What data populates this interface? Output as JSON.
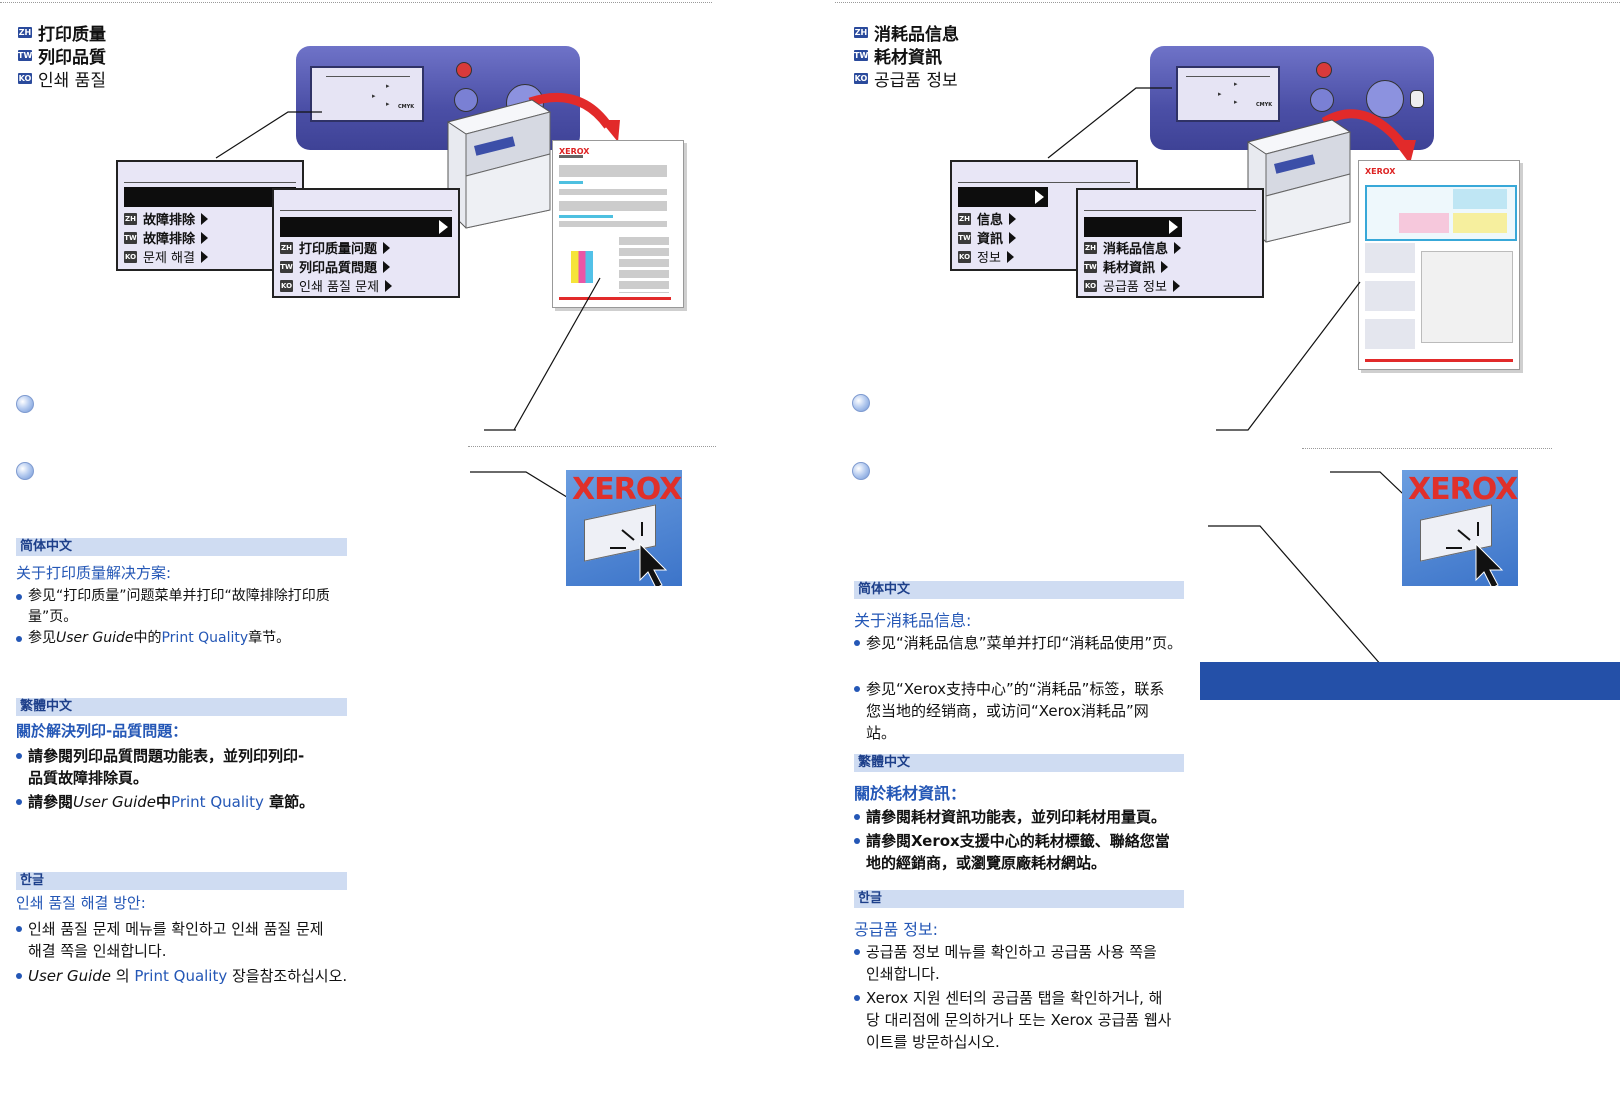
{
  "left": {
    "title": {
      "zh": {
        "tag": "ZH",
        "text": "打印质量"
      },
      "tw": {
        "tag": "TW",
        "text": "列印品質"
      },
      "ko": {
        "tag": "KO",
        "text": "인쇄 품질"
      }
    },
    "panel": {
      "cmyk": "CMYK"
    },
    "menu1": {
      "items": [
        {
          "tag": "ZH",
          "text": "故障排除"
        },
        {
          "tag": "TW",
          "text": "故障排除"
        },
        {
          "tag": "KO",
          "text": "문제 해결"
        }
      ]
    },
    "menu2": {
      "items": [
        {
          "tag": "ZH",
          "text": "打印质量问题"
        },
        {
          "tag": "TW",
          "text": "列印品質問題"
        },
        {
          "tag": "KO",
          "text": "인쇄 품질 문제"
        }
      ]
    },
    "xerox_logo": "XEROX",
    "zh": {
      "section": "简体中文",
      "heading": "关于打印质量解决方案:",
      "b1": "参见“打印质量”问题菜单并打印“故障排除打印质量”页。",
      "b2_pre": "参见",
      "b2_guide": "User Guide",
      "b2_mid": "中的",
      "b2_link": "Print Quality",
      "b2_post": "章节。"
    },
    "tw": {
      "section": "繁體中文",
      "heading": "關於解決列印-品質問題：",
      "b1": "請參閱列印品質問題功能表，並列印列印-品質故障排除頁。",
      "b2_pre": "請參閱",
      "b2_guide": "User Guide",
      "b2_mid": "中",
      "b2_link": "Print Quality",
      "b2_post": " 章節。"
    },
    "ko": {
      "section": "한글",
      "heading": "인쇄 품질 해결 방안:",
      "b1": "인쇄 품질 문제 메뉴를 확인하고 인쇄 품질 문제 해결 쪽을 인쇄합니다.",
      "b2_guide": "User Guide",
      "b2_mid": " 의 ",
      "b2_link": "Print Quality",
      "b2_post": " 장을참조하십시오."
    }
  },
  "right": {
    "title": {
      "zh": {
        "tag": "ZH",
        "text": "消耗品信息"
      },
      "tw": {
        "tag": "TW",
        "text": "耗材資訊"
      },
      "ko": {
        "tag": "KO",
        "text": "공급품 정보"
      }
    },
    "panel": {
      "cmyk": "CMYK"
    },
    "menu1": {
      "items": [
        {
          "tag": "ZH",
          "text": "信息"
        },
        {
          "tag": "TW",
          "text": "資訊"
        },
        {
          "tag": "KO",
          "text": "정보"
        }
      ]
    },
    "menu2": {
      "items": [
        {
          "tag": "ZH",
          "text": "消耗品信息"
        },
        {
          "tag": "TW",
          "text": "耗材資訊"
        },
        {
          "tag": "KO",
          "text": "공급품 정보"
        }
      ]
    },
    "xerox_logo": "XEROX",
    "zh": {
      "section": "简体中文",
      "heading": "关于消耗品信息:",
      "b1": "参见“消耗品信息”菜单并打印“消耗品使用”页。",
      "b2": "参见“Xerox支持中心”的“消耗品”标签，联系您当地的经销商，或访问“Xerox消耗品”网站。"
    },
    "tw": {
      "section": "繁體中文",
      "heading": "關於耗材資訊：",
      "b1": "請參閱耗材資訊功能表，並列印耗材用量頁。",
      "b2": "請參閱Xerox支援中心的耗材標籤、聯絡您當地的經銷商，或瀏覽原廠耗材網站。"
    },
    "ko": {
      "section": "한글",
      "heading": "공급품 정보:",
      "b1": "공급품 정보 메뉴를 확인하고 공급품 사용 쪽을 인쇄합니다.",
      "b2": "Xerox 지원 센터의 공급품 탭을 확인하거나, 해당 대리점에 문의하거나 또는 Xerox 공급품 웹사이트를 방문하십시오."
    }
  },
  "colors": {
    "accent_blue": "#2457b6",
    "section_bg": "#cfdcf2",
    "panel": "#4b4fa6",
    "xerox_red": "#e0302a",
    "bar": "#2450a8"
  }
}
